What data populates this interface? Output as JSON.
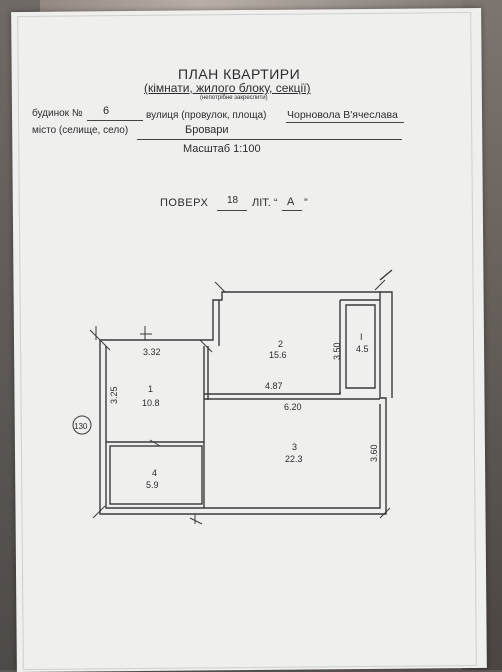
{
  "header": {
    "title": "ПЛАН КВАРТИРИ",
    "subtitle": "(кімнати, жилого блоку, секції)",
    "note": "(непотрібне закреслити)"
  },
  "address": {
    "house_label": "будинок №",
    "house_value": "6",
    "street_label": "вулиця (провулок, площа)",
    "street_value": "Чорновола В'ячеслава",
    "city_label": "місто (селище, село)",
    "city_value": "Бровари"
  },
  "scale": "Масштаб 1:100",
  "floor": {
    "label": "ПОВЕРХ",
    "value": "18",
    "lit_label": "ЛІТ. “",
    "lit_value": "А",
    "lit_close": "”"
  },
  "plan": {
    "marker": "130",
    "rooms": [
      {
        "number": "1",
        "area": "10.8"
      },
      {
        "number": "2",
        "area": "15.6"
      },
      {
        "number": "3",
        "area": "22.3"
      },
      {
        "number": "4",
        "area": "5.9"
      },
      {
        "number": "І",
        "area": "4.5"
      }
    ],
    "dimensions": {
      "d1": "3.32",
      "d2": "3.25",
      "d3": "4.87",
      "d4": "6.20",
      "d5": "3.50",
      "d6": "3.60"
    }
  }
}
